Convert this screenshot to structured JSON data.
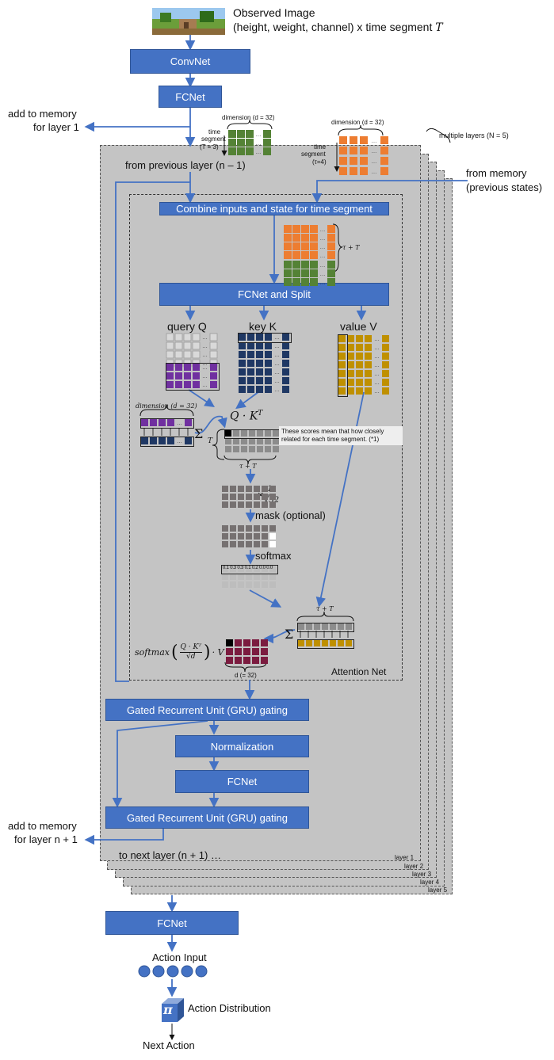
{
  "colors": {
    "box_blue": "#4472c4",
    "arrow_blue": "#4472c4",
    "card_gray": "#c4c4c4",
    "state_green": "#548235",
    "memory_orange": "#ed7d31",
    "query_purple": "#7030a0",
    "key_navy": "#1f3864",
    "value_gold": "#bf9000",
    "score_gray": "#767171",
    "output_maroon": "#7b1b3f"
  },
  "input": {
    "title": "Observed Image",
    "subtitle": "(height, weight, channel) x time segment",
    "subtitle_symbol": "T",
    "image_icon": "minecraft-scene-image"
  },
  "boxes": {
    "convnet": "ConvNet",
    "fcnet_top": "FCNet",
    "combine": "Combine inputs and state for time segment",
    "fcnet_split": "FCNet and Split",
    "gru1": "Gated Recurrent Unit (GRU) gating",
    "normalization": "Normalization",
    "fcnet_mid": "FCNet",
    "gru2": "Gated Recurrent Unit (GRU) gating",
    "fcnet_bottom": "FCNet"
  },
  "labels": {
    "add_memory_1_line1": "add to memory",
    "add_memory_1_line2": "for layer 1",
    "from_previous_layer": "from previous layer (n – 1)",
    "multiple_layers": "multiple layers (N = 5)",
    "from_memory_line1": "from memory",
    "from_memory_line2": "(previous states)",
    "query": "query Q",
    "key": "key K",
    "value": "value V",
    "mask": "mask (optional)",
    "softmax": "softmax",
    "attention_net": "Attention Net",
    "add_memory_n_line1": "add to memory",
    "add_memory_n_line2": "for layer n + 1",
    "to_next_layer": "to next layer (n + 1) …",
    "action_input": "Action Input",
    "action_distribution": "Action Distribution",
    "next_action": "Next Action",
    "pi_symbol": "π"
  },
  "annotations": {
    "dim_green": "dimension (d = 32)",
    "time_seg_green_1": "time",
    "time_seg_green_2": "segment",
    "time_seg_green_3": "(T = 3)",
    "dim_orange": "dimension (d = 32)",
    "time_seg_orange_1": "time",
    "time_seg_orange_2": "segment",
    "time_seg_orange_3": "(τ=4)",
    "tau_plus_t_combined": "τ + T",
    "dim_dot": "dimension (d = 32)",
    "sum_symbol": "Σ",
    "t_symbol": "T",
    "qk_formula": "Q · K",
    "qk_sup": "T",
    "scores_note": "These scores mean that how closely related for each time segment. (*1)",
    "tau_plus_t_scores": "τ + T",
    "scale_times": "×",
    "scale_num": "1",
    "scale_den": "√32",
    "softmax_values": "0.1 0.3 0.3 0.1 0.2 0.0 0.0",
    "tau_plus_t_value": "τ + T",
    "attn_formula": "softmax",
    "attn_formula_frac_num": "Q · Kᵀ",
    "attn_formula_frac_den": "√d",
    "attn_formula_tail": "· V",
    "d_output": "d (= 32)"
  },
  "layer_tags": [
    "layer 1",
    "layer 2",
    "layer 3",
    "layer 4",
    "layer 5"
  ]
}
